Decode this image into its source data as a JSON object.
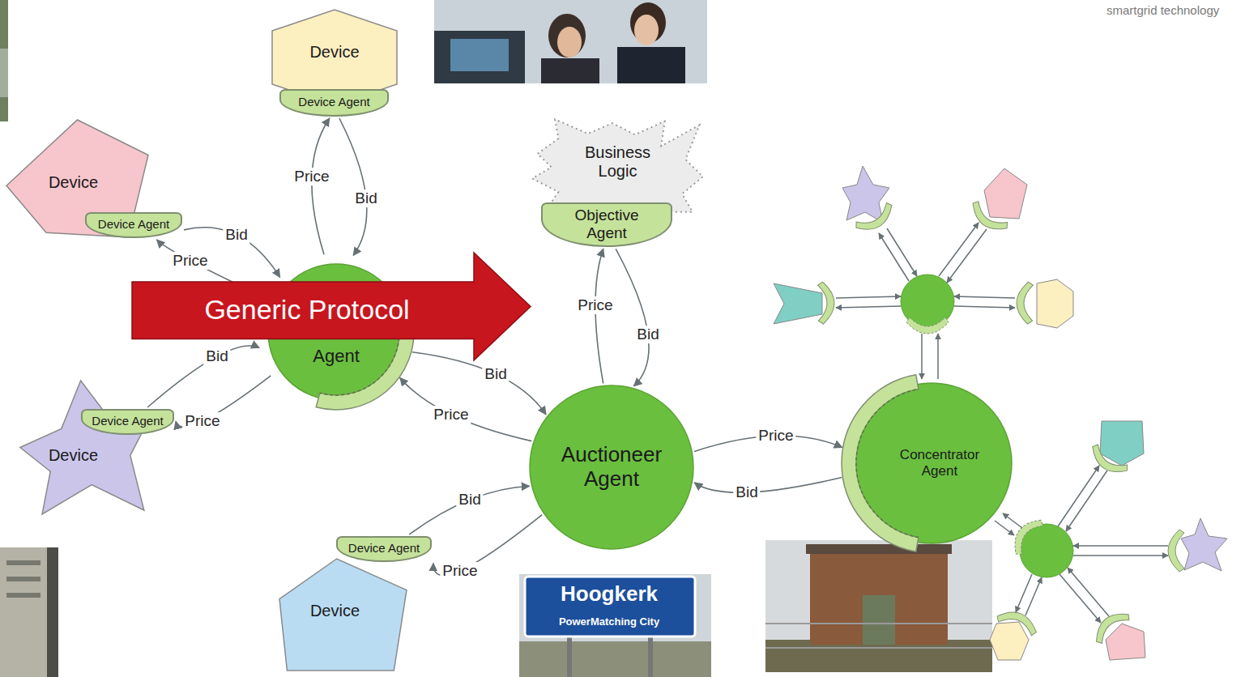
{
  "diagram": {
    "nodes": [
      {
        "text": [
          "Device"
        ]
      },
      {
        "text": [
          "Device Agent"
        ]
      },
      {
        "text": [
          "Business Logic"
        ]
      },
      {
        "text": [
          "Objective Agent"
        ]
      },
      {
        "text": [
          "Device"
        ]
      },
      {
        "text": [
          "Device Agent"
        ]
      },
      {
        "text": [
          "Generic Protocol"
        ]
      },
      {
        "text": [
          "Agent"
        ]
      },
      {
        "text": [
          "Device"
        ]
      },
      {
        "text": [
          "Device Agent"
        ]
      },
      {
        "text": [
          "Auctioneer Agent"
        ]
      },
      {
        "text": [
          "Concentrator Agent"
        ]
      },
      {
        "text": [
          "Device"
        ]
      },
      {
        "text": [
          "Device Agent"
        ]
      }
    ],
    "edges": [
      {
        "from": 7,
        "to": 1,
        "label": "Price",
        "arrow": "to"
      },
      {
        "from": 1,
        "to": 7,
        "label": "Bid",
        "arrow": "to"
      },
      {
        "from": 5,
        "to": 7,
        "label": "Bid",
        "arrow": "to"
      },
      {
        "from": 7,
        "to": 5,
        "label": "Price",
        "arrow": "to"
      },
      {
        "from": 9,
        "to": 7,
        "label": "Bid",
        "arrow": "to"
      },
      {
        "from": 7,
        "to": 9,
        "label": "Price",
        "arrow": "to"
      },
      {
        "from": 7,
        "to": 10,
        "label": "Bid",
        "arrow": "to"
      },
      {
        "from": 10,
        "to": 7,
        "label": "Price",
        "arrow": "to"
      },
      {
        "from": 10,
        "to": 3,
        "label": "Price",
        "arrow": "to"
      },
      {
        "from": 3,
        "to": 10,
        "label": "Bid",
        "arrow": "to"
      },
      {
        "from": 10,
        "to": 11,
        "label": "Price",
        "arrow": "to"
      },
      {
        "from": 11,
        "to": 10,
        "label": "Bid",
        "arrow": "to"
      },
      {
        "from": 13,
        "to": 10,
        "label": "Bid",
        "arrow": "to"
      },
      {
        "from": 10,
        "to": 13,
        "label": "Price",
        "arrow": "to"
      }
    ],
    "labels": [
      "smartgrid technology",
      "Hoogkerk",
      "PowerMatching City"
    ]
  }
}
